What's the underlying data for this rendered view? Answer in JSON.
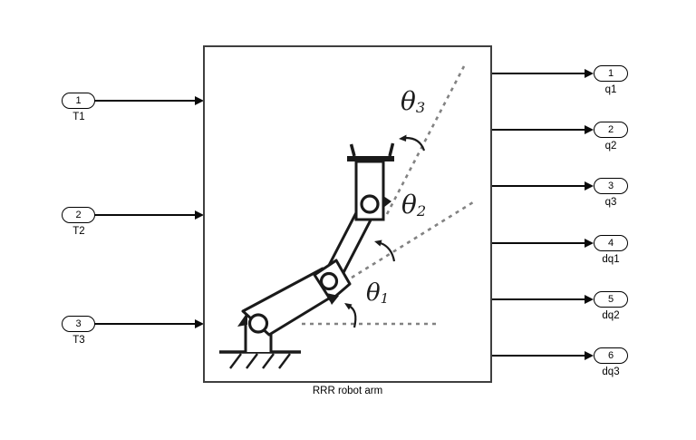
{
  "diagram": {
    "background": "#ffffff",
    "line_color": "#0a0a0a",
    "block": {
      "label": "RRR robot arm",
      "border_color": "#3f3f3f"
    },
    "inputs": [
      {
        "num": "1",
        "label": "T1"
      },
      {
        "num": "2",
        "label": "T2"
      },
      {
        "num": "3",
        "label": "T3"
      }
    ],
    "outputs": [
      {
        "num": "1",
        "label": "q1"
      },
      {
        "num": "2",
        "label": "q2"
      },
      {
        "num": "3",
        "label": "q3"
      },
      {
        "num": "4",
        "label": "dq1"
      },
      {
        "num": "5",
        "label": "dq2"
      },
      {
        "num": "6",
        "label": "dq3"
      }
    ],
    "arm": {
      "ink_color": "#1a1a1a",
      "dash_color": "#828282",
      "angle_labels": [
        {
          "sym": "θ",
          "sub": "1"
        },
        {
          "sym": "θ",
          "sub": "2"
        },
        {
          "sym": "θ",
          "sub": "3"
        }
      ]
    }
  }
}
